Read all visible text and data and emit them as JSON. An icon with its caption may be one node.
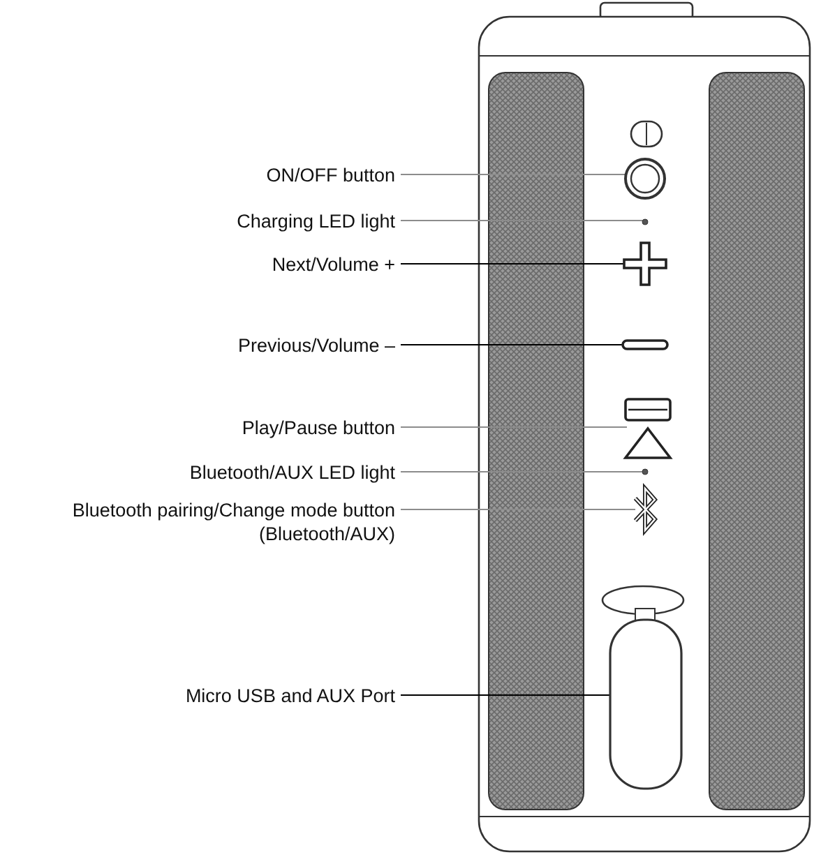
{
  "diagram": {
    "nodes": [
      {
        "text": [
          "ON/OFF button"
        ]
      },
      {
        "text": [
          "Charging LED light"
        ]
      },
      {
        "text": [
          "Next/Volume +"
        ]
      },
      {
        "text": [
          "Previous/Volume –"
        ]
      },
      {
        "text": [
          "Play/Pause button"
        ]
      },
      {
        "text": [
          "Bluetooth/AUX LED light"
        ]
      },
      {
        "text": [
          "Bluetooth pairing/Change mode button (Bluetooth/AUX)"
        ]
      },
      {
        "text": [
          "Micro USB and AUX Port"
        ]
      },
      {
        "text": [],
        "shape": "circle"
      },
      {
        "text": [],
        "shape": "circle"
      },
      {
        "text": [],
        "shape": "cross"
      },
      {
        "text": [],
        "shape": "bar"
      },
      {
        "text": [],
        "shape": "box"
      },
      {
        "text": [],
        "shape": "circle"
      },
      {
        "text": [],
        "shape": "symbol"
      },
      {
        "text": [],
        "shape": "box"
      }
    ],
    "edges": [
      {
        "from": 0,
        "to": 8,
        "arrow": "none"
      },
      {
        "from": 1,
        "to": 9,
        "arrow": "none"
      },
      {
        "from": 2,
        "to": 10,
        "arrow": "none",
        "color": "#000000"
      },
      {
        "from": 3,
        "to": 11,
        "arrow": "none",
        "color": "#000000"
      },
      {
        "from": 4,
        "to": 12,
        "arrow": "none"
      },
      {
        "from": 5,
        "to": 13,
        "arrow": "none"
      },
      {
        "from": 6,
        "to": 14,
        "arrow": "none"
      },
      {
        "from": 7,
        "to": 15,
        "arrow": "none",
        "color": "#000000"
      }
    ]
  }
}
